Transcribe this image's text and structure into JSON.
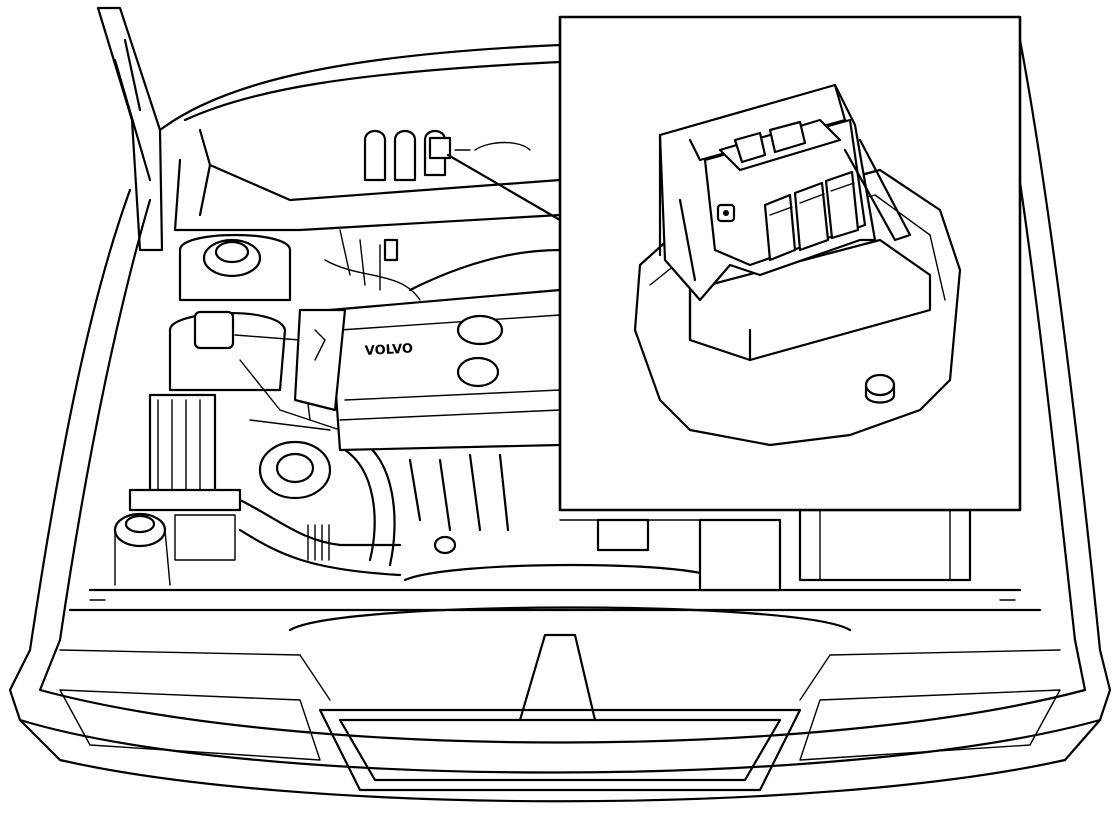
{
  "figure": {
    "description_tags": [
      "engine-bay",
      "connector-detail-inset"
    ],
    "engine_badge": "VOLVO",
    "colors": {
      "line": "#000000",
      "background": "#ffffff"
    }
  }
}
